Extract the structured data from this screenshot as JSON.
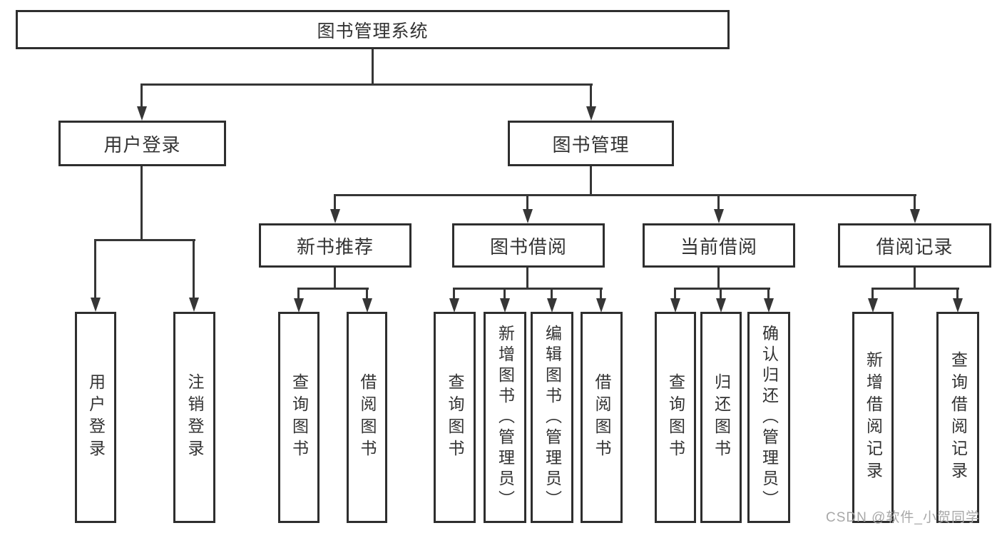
{
  "diagram": {
    "root": {
      "label": "图书管理系统"
    },
    "branches": [
      {
        "label": "用户登录",
        "children": [
          {
            "label": "用户登录"
          },
          {
            "label": "注销登录"
          }
        ]
      },
      {
        "label": "图书管理",
        "children": [
          {
            "label": "新书推荐",
            "children": [
              {
                "label": "查询图书"
              },
              {
                "label": "借阅图书"
              }
            ]
          },
          {
            "label": "图书借阅",
            "children": [
              {
                "label": "查询图书"
              },
              {
                "label": "新增图书（管理员）"
              },
              {
                "label": "编辑图书（管理员）"
              },
              {
                "label": "借阅图书"
              }
            ]
          },
          {
            "label": "当前借阅",
            "children": [
              {
                "label": "查询图书"
              },
              {
                "label": "归还图书"
              },
              {
                "label": "确认归还（管理员）"
              }
            ]
          },
          {
            "label": "借阅记录",
            "children": [
              {
                "label": "新增借阅记录"
              },
              {
                "label": "查询借阅记录"
              }
            ]
          }
        ]
      }
    ]
  },
  "watermark": {
    "text": "CSDN @软件_小贺同学"
  },
  "colors": {
    "line": "#363636",
    "box_border": "#2e2e2e",
    "text": "#333333",
    "watermark": "#a8a8a8",
    "background": "#ffffff"
  }
}
